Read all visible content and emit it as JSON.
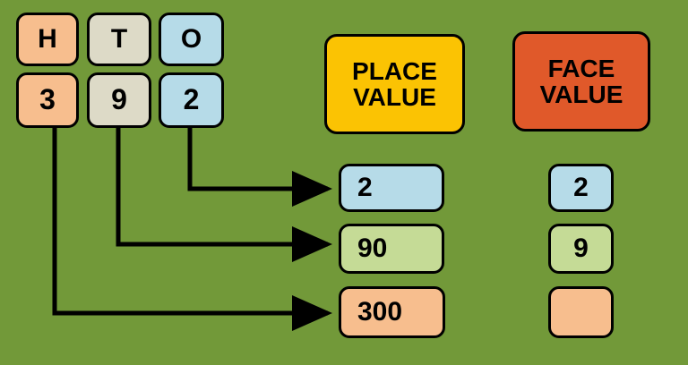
{
  "background_color": "#729939",
  "palette": {
    "peach": "#F7BE8E",
    "tan": "#DDDAC7",
    "blue": "#B6DBE8",
    "light_green": "#C5DB96",
    "gold": "#FBC303",
    "red_orange": "#E0592A",
    "outline": "#000000"
  },
  "number": {
    "digits": "392",
    "place_headers": [
      {
        "label": "H",
        "name": "hundreds"
      },
      {
        "label": "T",
        "name": "tens"
      },
      {
        "label": "O",
        "name": "ones"
      }
    ],
    "digit_cells": [
      {
        "label": "3",
        "place": "hundreds"
      },
      {
        "label": "9",
        "place": "tens"
      },
      {
        "label": "2",
        "place": "ones"
      }
    ]
  },
  "columns": {
    "place_value": {
      "title_line1": "PLACE",
      "title_line2": "VALUE",
      "results": [
        {
          "label": "2",
          "digit": "2",
          "place": "ones"
        },
        {
          "label": "90",
          "digit": "9",
          "place": "tens"
        },
        {
          "label": "300",
          "digit": "3",
          "place": "hundreds"
        }
      ]
    },
    "face_value": {
      "title_line1": "FACE",
      "title_line2": "VALUE",
      "results": [
        {
          "label": "2",
          "digit": "2",
          "place": "ones"
        },
        {
          "label": "9",
          "digit": "9",
          "place": "tens"
        },
        {
          "label": "",
          "digit": "3",
          "place": "hundreds"
        }
      ]
    }
  },
  "connectors": [
    {
      "from": "digit-2",
      "to": "place-value-2"
    },
    {
      "from": "digit-9",
      "to": "place-value-90"
    },
    {
      "from": "digit-3",
      "to": "place-value-300"
    }
  ]
}
